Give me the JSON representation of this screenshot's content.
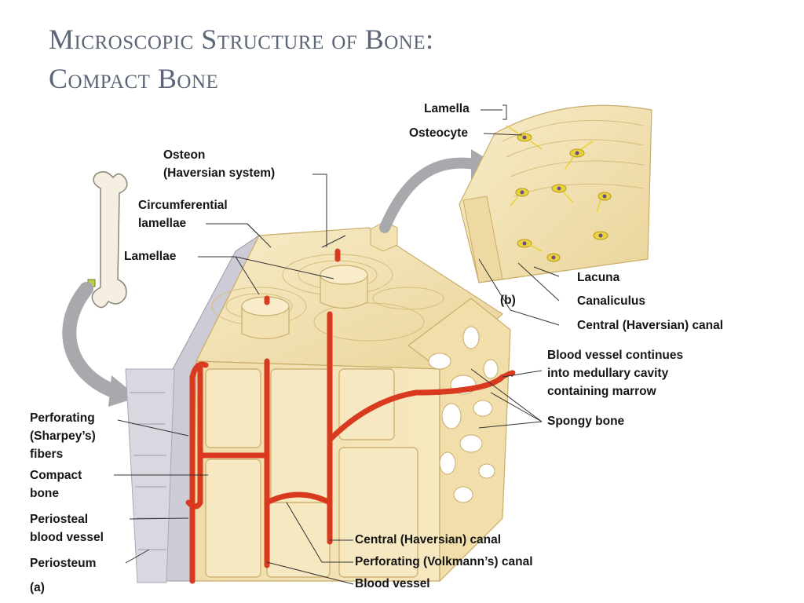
{
  "title": {
    "line1": "Microscopic Structure of Bone:",
    "line2": "Compact Bone"
  },
  "panel_b": {
    "tag": "(b)",
    "labels": {
      "lamella": "Lamella",
      "osteocyte": "Osteocyte",
      "lacuna": "Lacuna",
      "canaliculus": "Canaliculus",
      "central_canal": "Central (Haversian) canal"
    }
  },
  "panel_a": {
    "tag": "(a)",
    "labels": {
      "osteon_1": "Osteon",
      "osteon_2": "(Haversian system)",
      "circumferential_1": "Circumferential",
      "circumferential_2": "lamellae",
      "lamellae": "Lamellae",
      "vessel_continues_1": "Blood vessel continues",
      "vessel_continues_2": "into medullary cavity",
      "vessel_continues_3": "containing marrow",
      "spongy_bone": "Spongy bone",
      "perforating_fibers_1": "Perforating",
      "perforating_fibers_2": "(Sharpey’s)",
      "perforating_fibers_3": "fibers",
      "compact_bone_1": "Compact",
      "compact_bone_2": "bone",
      "periosteal_vessel_1": "Periosteal",
      "periosteal_vessel_2": "blood vessel",
      "periosteum": "Periosteum",
      "central_canal": "Central (Haversian) canal",
      "volkmann_canal": "Perforating (Volkmann’s) canal",
      "blood_vessel": "Blood vessel"
    }
  },
  "colors": {
    "title": "#5b6577",
    "bone": "#f3e3b4",
    "bone_shadow": "#e1c98c",
    "vessel": "#d93a1f",
    "osteocyte": "#e8d33a",
    "periosteum": "#c9c7d3"
  }
}
